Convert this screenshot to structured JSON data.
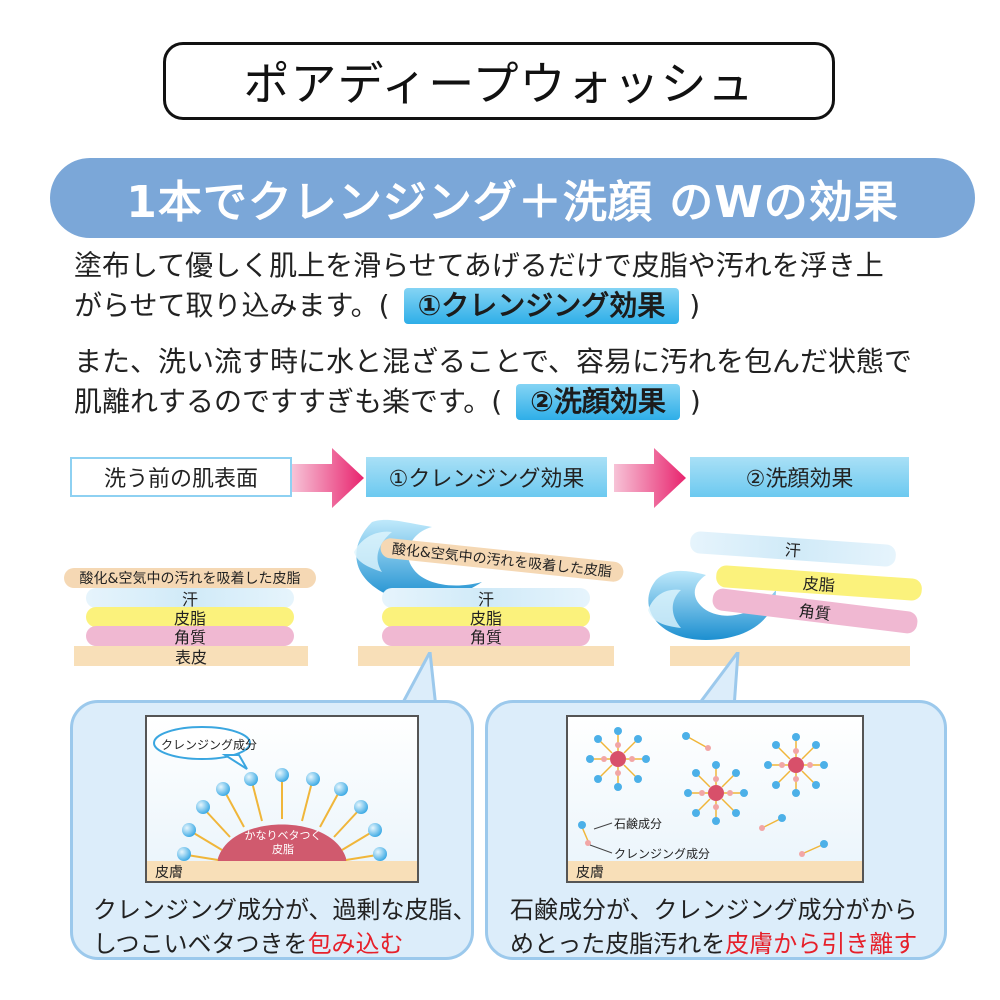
{
  "title": "ポアディープウォッシュ",
  "headline": "1本でクレンジング＋洗顔 のWの効果",
  "paragraph1": {
    "line1": "塗布して優しく肌上を滑らせてあげるだけで皮脂や汚れを浮き上",
    "line2_pre": "がらせて取り込みます。(",
    "highlight": "①クレンジング効果",
    "line2_post": ")"
  },
  "paragraph2": {
    "line1": "また、洗い流す時に水と混ざることで、容易に汚れを包んだ状態で",
    "line2_pre": "肌離れするのですすぎも楽です。(",
    "highlight": "②洗顔効果",
    "line2_post": ")"
  },
  "steps": {
    "before": "洗う前の肌表面",
    "cleansing": "①クレンジング効果",
    "washing": "②洗顔効果"
  },
  "layers": {
    "oxidized": "酸化&空気中の汚れを吸着した皮脂",
    "sweat": "汗",
    "sebum": "皮脂",
    "horny": "角質",
    "epidermis": "表皮"
  },
  "left_panel": {
    "bubble": "クレンジング成分",
    "blob_line1": "かなりベタつく",
    "blob_line2": "皮脂",
    "skin": "皮膚",
    "caption_line1": "クレンジング成分が、過剰な皮脂、",
    "caption_line2_pre": "しつこいベタつきを",
    "caption_line2_red": "包み込む"
  },
  "right_panel": {
    "soap_label": "石鹸成分",
    "cleansing_label": "クレンジング成分",
    "skin": "皮膚",
    "caption_line1": "石鹸成分が、クレンジング成分がから",
    "caption_line2_pre": "めとった皮脂汚れを",
    "caption_line2_red": "皮膚から引き離す"
  },
  "colors": {
    "banner": "#7ba7d8",
    "highlight": "#2eaee8",
    "arrow": "#e8246e",
    "sebum": "#fbf27c",
    "horny": "#f0b8d2",
    "skin": "#f8dfb8",
    "accent_red": "#e6202a"
  }
}
